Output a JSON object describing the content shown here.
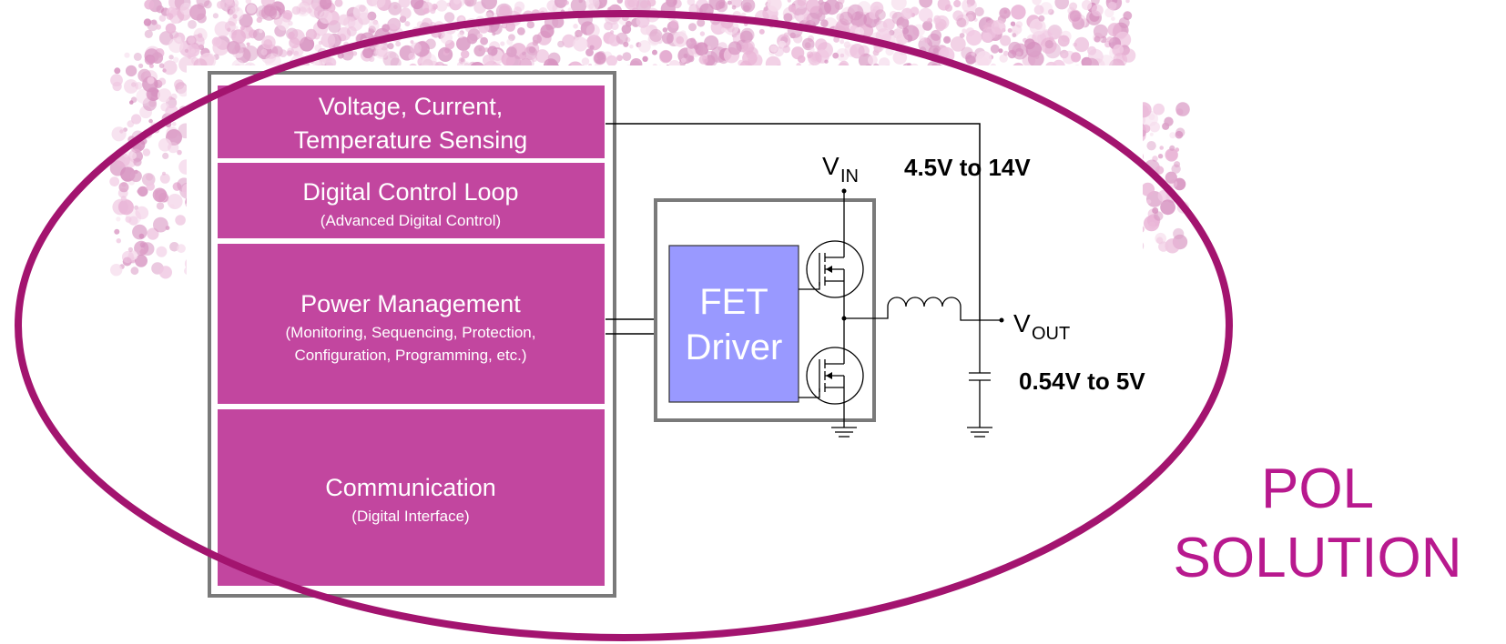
{
  "colors": {
    "block_fill": "#c2469f",
    "block_border": "#ffffff",
    "frame_border": "#7a7a7a",
    "ellipse_stroke": "#a3146f",
    "fet_driver_fill": "#9999ff",
    "solution_text": "#b8198e",
    "background_texture": "#e9b4d6"
  },
  "controller_blocks": [
    {
      "id": "sensing",
      "title_lines": [
        "Voltage, Current,",
        "Temperature Sensing"
      ],
      "subtitle_lines": []
    },
    {
      "id": "control-loop",
      "title_lines": [
        "Digital Control Loop"
      ],
      "subtitle_lines": [
        "(Advanced Digital Control)"
      ]
    },
    {
      "id": "power-management",
      "title_lines": [
        "Power Management"
      ],
      "subtitle_lines": [
        "(Monitoring, Sequencing, Protection,",
        "Configuration, Programming, etc.)"
      ]
    },
    {
      "id": "communication",
      "title_lines": [
        "Communication"
      ],
      "subtitle_lines": [
        "(Digital Interface)"
      ]
    }
  ],
  "fet_driver": {
    "lines": [
      "FET",
      "Driver"
    ]
  },
  "circuit": {
    "vin_label": "V",
    "vin_subscript": "IN",
    "vin_range": "4.5V to 14V",
    "vout_label": "V",
    "vout_subscript": "OUT",
    "vout_range": "0.54V to 5V"
  },
  "solution_label": {
    "lines": [
      "POL",
      "SOLUTION"
    ]
  }
}
